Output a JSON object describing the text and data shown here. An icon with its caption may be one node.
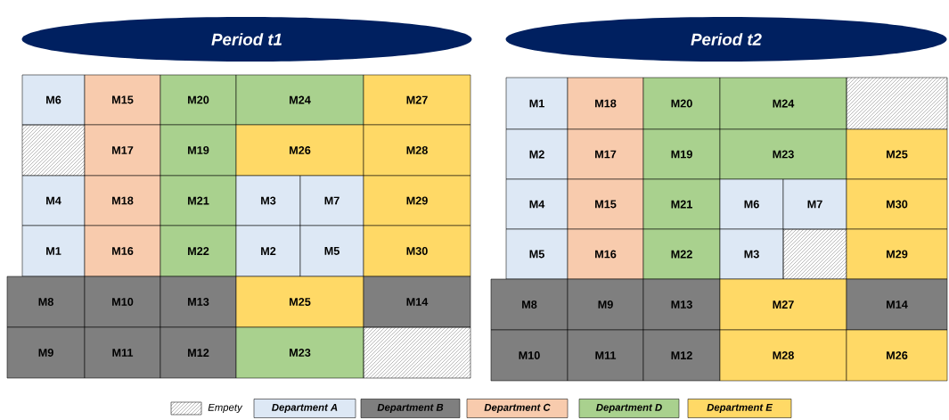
{
  "diagram": {
    "nodes": [
      {
        "text": [
          "Period t1"
        ]
      },
      {
        "text": [
          "Period t2"
        ]
      },
      {
        "text": [
          "M6"
        ]
      },
      {
        "text": [
          "M15"
        ]
      },
      {
        "text": [
          "M20"
        ]
      },
      {
        "text": [
          "M24"
        ]
      },
      {
        "text": [
          "M27"
        ]
      },
      {
        "text": [],
        "shape": "box"
      },
      {
        "text": [
          "M17"
        ]
      },
      {
        "text": [
          "M19"
        ]
      },
      {
        "text": [
          "M26"
        ]
      },
      {
        "text": [
          "M28"
        ]
      },
      {
        "text": [
          "M4"
        ]
      },
      {
        "text": [
          "M18"
        ]
      },
      {
        "text": [
          "M21"
        ]
      },
      {
        "text": [
          "M3"
        ]
      },
      {
        "text": [
          "M7"
        ]
      },
      {
        "text": [
          "M29"
        ]
      },
      {
        "text": [
          "M1"
        ]
      },
      {
        "text": [
          "M16"
        ]
      },
      {
        "text": [
          "M22"
        ]
      },
      {
        "text": [
          "M2"
        ]
      },
      {
        "text": [
          "M5"
        ]
      },
      {
        "text": [
          "M30"
        ]
      },
      {
        "text": [
          "M8"
        ]
      },
      {
        "text": [
          "M10"
        ]
      },
      {
        "text": [
          "M13"
        ]
      },
      {
        "text": [
          "M25"
        ]
      },
      {
        "text": [
          "M14"
        ]
      },
      {
        "text": [
          "M9"
        ]
      },
      {
        "text": [
          "M11"
        ]
      },
      {
        "text": [
          "M12"
        ]
      },
      {
        "text": [
          "M23"
        ]
      },
      {
        "text": [],
        "shape": "box"
      },
      {
        "text": [
          "M1"
        ]
      },
      {
        "text": [
          "M18"
        ]
      },
      {
        "text": [
          "M20"
        ]
      },
      {
        "text": [
          "M24"
        ]
      },
      {
        "text": [],
        "shape": "box"
      },
      {
        "text": [
          "M2"
        ]
      },
      {
        "text": [
          "M17"
        ]
      },
      {
        "text": [
          "M19"
        ]
      },
      {
        "text": [
          "M23"
        ]
      },
      {
        "text": [
          "M25"
        ]
      },
      {
        "text": [
          "M4"
        ]
      },
      {
        "text": [
          "M15"
        ]
      },
      {
        "text": [
          "M21"
        ]
      },
      {
        "text": [
          "M6"
        ]
      },
      {
        "text": [
          "M7"
        ]
      },
      {
        "text": [
          "M30"
        ]
      },
      {
        "text": [
          "M5"
        ]
      },
      {
        "text": [
          "M16"
        ]
      },
      {
        "text": [
          "M22"
        ]
      },
      {
        "text": [
          "M3"
        ]
      },
      {
        "text": [],
        "shape": "box"
      },
      {
        "text": [
          "M29"
        ]
      },
      {
        "text": [
          "M8"
        ]
      },
      {
        "text": [
          "M9"
        ]
      },
      {
        "text": [
          "M13"
        ]
      },
      {
        "text": [
          "M27"
        ]
      },
      {
        "text": [
          "M14"
        ]
      },
      {
        "text": [
          "M10"
        ]
      },
      {
        "text": [
          "M11"
        ]
      },
      {
        "text": [
          "M12"
        ]
      },
      {
        "text": [
          "M28"
        ]
      },
      {
        "text": [
          "M26"
        ]
      }
    ],
    "legend": [
      {
        "text": "Empety"
      },
      {
        "text": "Department A",
        "color": "#dde8f5"
      },
      {
        "text": "Department B",
        "color": "#7f7f7f"
      },
      {
        "text": "Department C",
        "color": "#f8cbad"
      },
      {
        "text": "Department D",
        "color": "#a9d18e"
      },
      {
        "text": "Department E",
        "color": "#ffd966"
      }
    ]
  }
}
